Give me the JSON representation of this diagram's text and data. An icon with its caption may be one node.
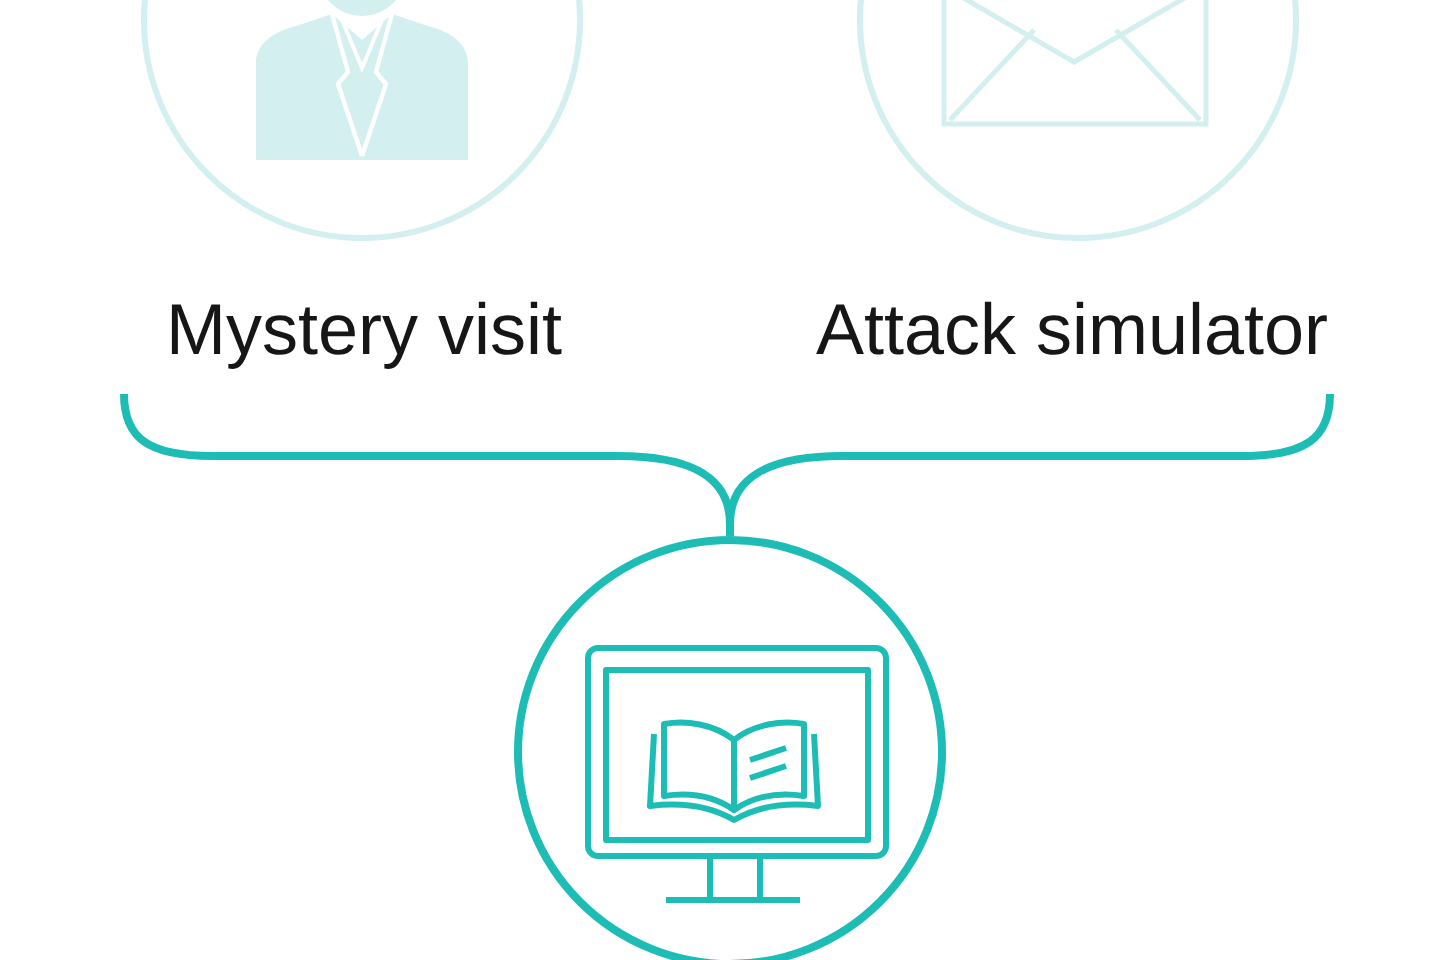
{
  "diagram": {
    "nodes": [
      {
        "text": [
          "Mystery visit"
        ]
      },
      {
        "text": [
          "Attack simulator"
        ]
      },
      {
        "text": [],
        "shape": "circle"
      }
    ],
    "edges": [
      {
        "from": 0,
        "to": 2,
        "arrow": "none"
      },
      {
        "from": 1,
        "to": 2,
        "arrow": "none"
      }
    ]
  }
}
